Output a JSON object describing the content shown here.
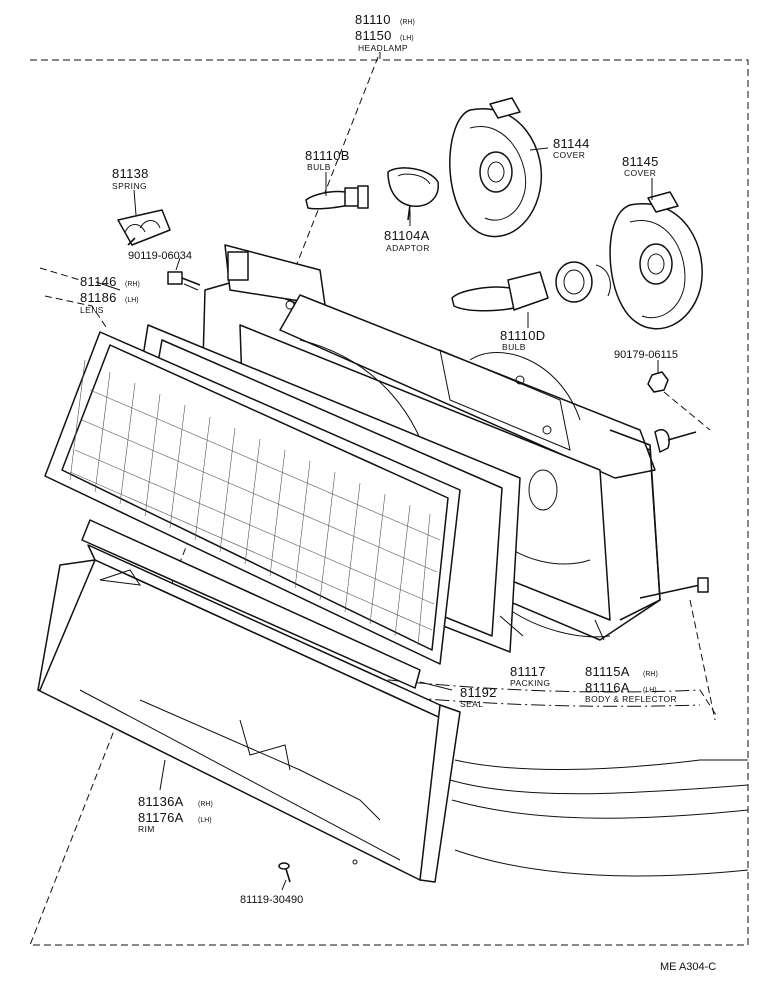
{
  "assembly": {
    "rh": "81110",
    "rh_sfx": "(RH)",
    "lh": "81150",
    "lh_sfx": "(LH)",
    "name": "HEADLAMP"
  },
  "parts": {
    "cover_a": {
      "number": "81144",
      "name": "COVER"
    },
    "cover_b": {
      "number": "81145",
      "name": "COVER"
    },
    "bulb_b": {
      "number": "81110B",
      "name": "BULB"
    },
    "spring": {
      "number": "81138",
      "name": "SPRING"
    },
    "adaptor": {
      "number": "81104A",
      "name": "ADAPTOR"
    },
    "bolt": {
      "number": "90119-06034"
    },
    "lens": {
      "rh": "81146",
      "rh_sfx": "(RH)",
      "lh": "81186",
      "lh_sfx": "(LH)",
      "name": "LENS"
    },
    "bulb_d": {
      "number": "81110D",
      "name": "BULB"
    },
    "nut": {
      "number": "90179-06115"
    },
    "packing": {
      "number": "81117",
      "name": "PACKING"
    },
    "body": {
      "rh": "81115A",
      "rh_sfx": "(RH)",
      "lh": "81116A",
      "lh_sfx": "(LH)",
      "name": "BODY & REFLECTOR"
    },
    "seal": {
      "number": "81192",
      "name": "SEAL"
    },
    "rim": {
      "rh": "81136A",
      "rh_sfx": "(RH)",
      "lh": "81176A",
      "lh_sfx": "(LH)",
      "name": "RIM"
    },
    "screw": {
      "number": "81119-30490"
    }
  },
  "figure_ref": "ME A304-C"
}
